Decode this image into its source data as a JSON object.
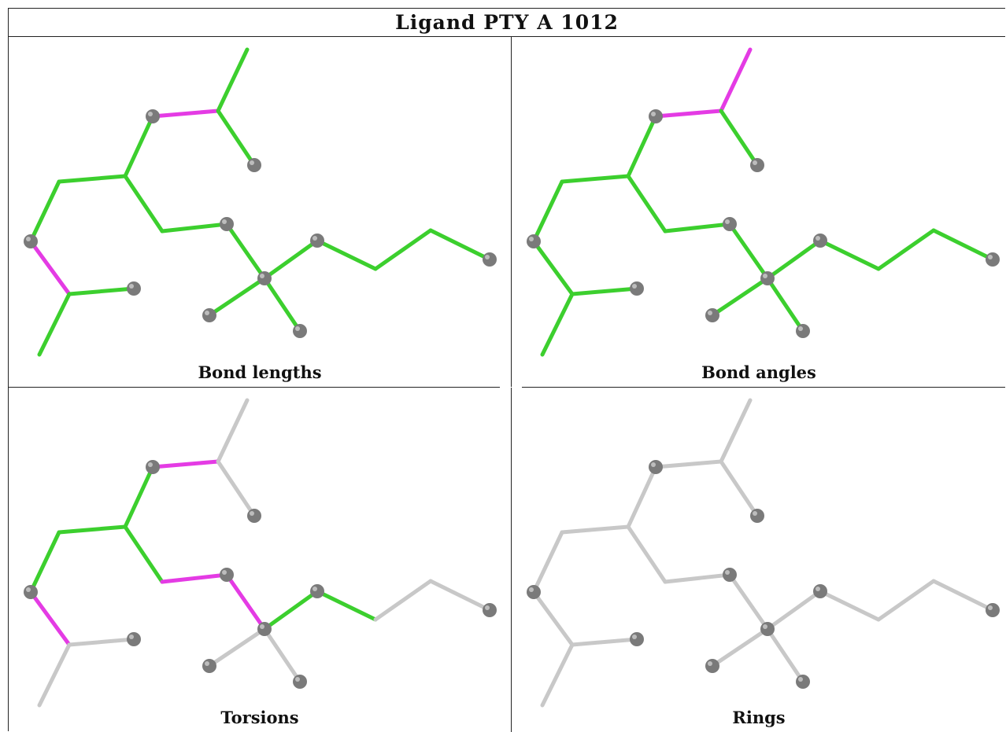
{
  "title": "Ligand PTY A 1012",
  "colors": {
    "ok_bond": "#3ccf2e",
    "outlier_bond": "#e43be4",
    "neutral_bond": "#c8c8c8",
    "atom": "#7a7a7a"
  },
  "panels": [
    {
      "id": "bond-lengths",
      "caption": "Bond lengths",
      "bonds": [
        "ok",
        "outlier",
        "ok",
        "ok",
        "ok",
        "ok",
        "outlier",
        "ok",
        "ok",
        "ok",
        "ok",
        "ok",
        "ok",
        "ok",
        "ok",
        "ok",
        "ok"
      ]
    },
    {
      "id": "bond-angles",
      "caption": "Bond angles",
      "bonds": [
        "outlier",
        "outlier",
        "ok",
        "ok",
        "ok",
        "ok",
        "ok",
        "ok",
        "ok",
        "ok",
        "ok",
        "ok",
        "ok",
        "ok",
        "ok",
        "ok",
        "ok"
      ]
    },
    {
      "id": "torsions",
      "caption": "Torsions",
      "bonds": [
        "neutral",
        "outlier",
        "neutral",
        "ok",
        "ok",
        "ok",
        "outlier",
        "neutral",
        "neutral",
        "ok",
        "outlier",
        "outlier",
        "ok",
        "ok",
        "neutral",
        "neutral",
        "neutral"
      ]
    },
    {
      "id": "rings",
      "caption": "Rings",
      "bonds": [
        "neutral",
        "neutral",
        "neutral",
        "neutral",
        "neutral",
        "neutral",
        "neutral",
        "neutral",
        "neutral",
        "neutral",
        "neutral",
        "neutral",
        "neutral",
        "neutral",
        "neutral",
        "neutral",
        "neutral"
      ]
    }
  ]
}
